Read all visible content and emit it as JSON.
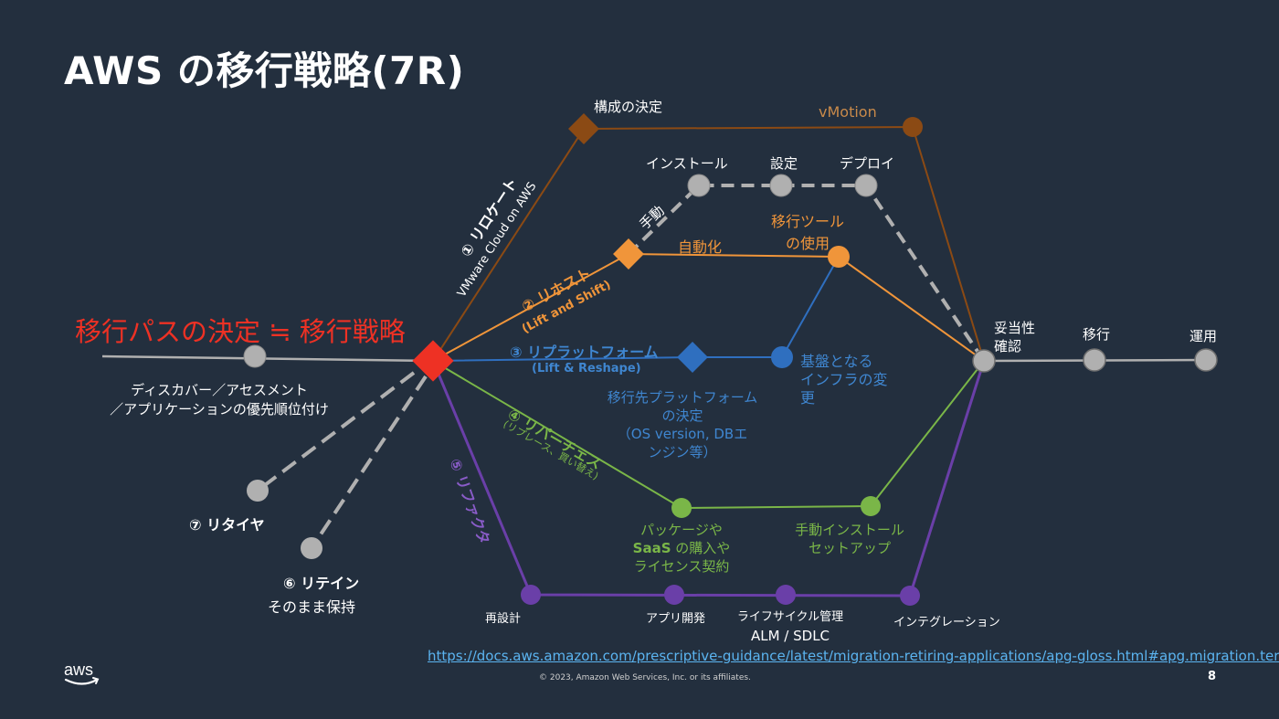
{
  "title": "AWS の移行戦略(7R)",
  "main_label": "移行パスの決定 ≒ 移行戦略",
  "discovery": {
    "line1": "ディスカバー／アセスメント",
    "line2": "／アプリケーションの優先順位付け"
  },
  "strategies": {
    "relocate": {
      "label": "① リロケート",
      "sub": "VMware Cloud on AWS",
      "step": "構成の決定",
      "end": "vMotion"
    },
    "rehost": {
      "label": "② リホスト",
      "sub": "(Lift and Shift)",
      "manual": "手動",
      "install": "インストール",
      "config": "設定",
      "deploy": "デプロイ",
      "auto": "自動化",
      "tool_line1": "移行ツール",
      "tool_line2": "の使用"
    },
    "replatform": {
      "label": "③ リプラットフォーム",
      "sub": "(Lift & Reshape)",
      "decide_line1": "移行先プラットフォーム",
      "decide_line2": "の決定",
      "decide_line3": "（OS version, DBエ",
      "decide_line4": "ンジン等）",
      "infra_line1": "基盤となる",
      "infra_line2": "インフラの変",
      "infra_line3": "更"
    },
    "repurchase": {
      "label": "④ リパーチェス",
      "sub": "(リプレース、買い替え)",
      "pkg_line1": "パッケージや",
      "pkg_line2a": "SaaS",
      "pkg_line2b": " の購入や",
      "pkg_line3": "ライセンス契約",
      "setup_line1": "手動インストール",
      "setup_line2": "セットアップ"
    },
    "refactor": {
      "label": "⑤ リファクタ",
      "redesign": "再設計",
      "appdev": "アプリ開発",
      "lifecycle_line1": "ライフサイクル管理",
      "lifecycle_line2": "ALM / SDLC",
      "integration": "インテグレーション"
    },
    "retain": {
      "label": "⑥ リテイン",
      "sub": "そのまま保持"
    },
    "retire": {
      "label": "⑦ リタイヤ"
    }
  },
  "final": {
    "validate_line1": "妥当性",
    "validate_line2": "確認",
    "migrate": "移行",
    "operate": "運用"
  },
  "link": "https://docs.aws.amazon.com/prescriptive-guidance/latest/migration-retiring-applications/apg-gloss.html#apg.migration.terms",
  "copyright": "© 2023, Amazon Web Services, Inc. or its affiliates.",
  "page_number": "8",
  "logo_text": "aws",
  "colors": {
    "background": "#232f3e",
    "red": "#ee3124",
    "relocate": "#8b4a14",
    "rehost": "#f0953a",
    "replatform": "#2f6fbf",
    "repurchase": "#7ab648",
    "refactor": "#6a3fa8",
    "gray": "#b0b0b0"
  }
}
